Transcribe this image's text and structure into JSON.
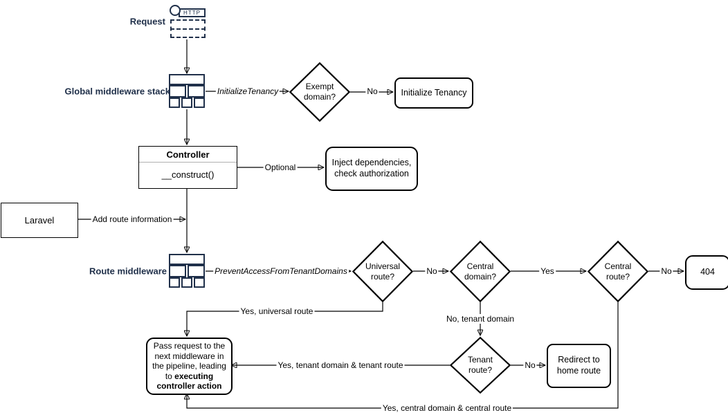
{
  "labels": {
    "request": "Request",
    "global_middleware": "Global middleware stack",
    "route_middleware": "Route middleware",
    "http": "HTTP",
    "laravel": "Laravel"
  },
  "nodes": {
    "exempt_domain": "Exempt\ndomain?",
    "initialize_tenancy": "Initialize Tenancy",
    "controller_title": "Controller",
    "controller_method": "__construct()",
    "inject_dependencies": "Inject dependencies,\ncheck authorization",
    "universal_route": "Universal\nroute?",
    "central_domain": "Central\ndomain?",
    "central_route": "Central\nroute?",
    "not_found": "404",
    "tenant_route": "Tenant\nroute?",
    "redirect_home": "Redirect to\nhome route",
    "pass_request_normal": "Pass request to the next middleware in the pipeline, leading to ",
    "pass_request_bold": "executing controller action"
  },
  "edge_labels": {
    "initialize_tenancy_mw": "InitializeTenancy",
    "exempt_no": "No",
    "optional": "Optional",
    "add_route_info": "Add route information",
    "prevent_access_mw": "PreventAccessFromTenantDomains",
    "universal_no": "No",
    "central_domain_yes": "Yes",
    "central_route_no": "No",
    "yes_universal_route": "Yes, universal route",
    "no_tenant_domain": "No, tenant domain",
    "tenant_no": "No",
    "yes_tenant_domain_route": "Yes, tenant domain & tenant route",
    "yes_central_domain_route": "Yes, central domain & central route"
  },
  "colors": {
    "accent_navy": "#20304a",
    "shape_stroke": "#000000",
    "divider_gray": "#b0b0b0",
    "bg": "#ffffff"
  }
}
